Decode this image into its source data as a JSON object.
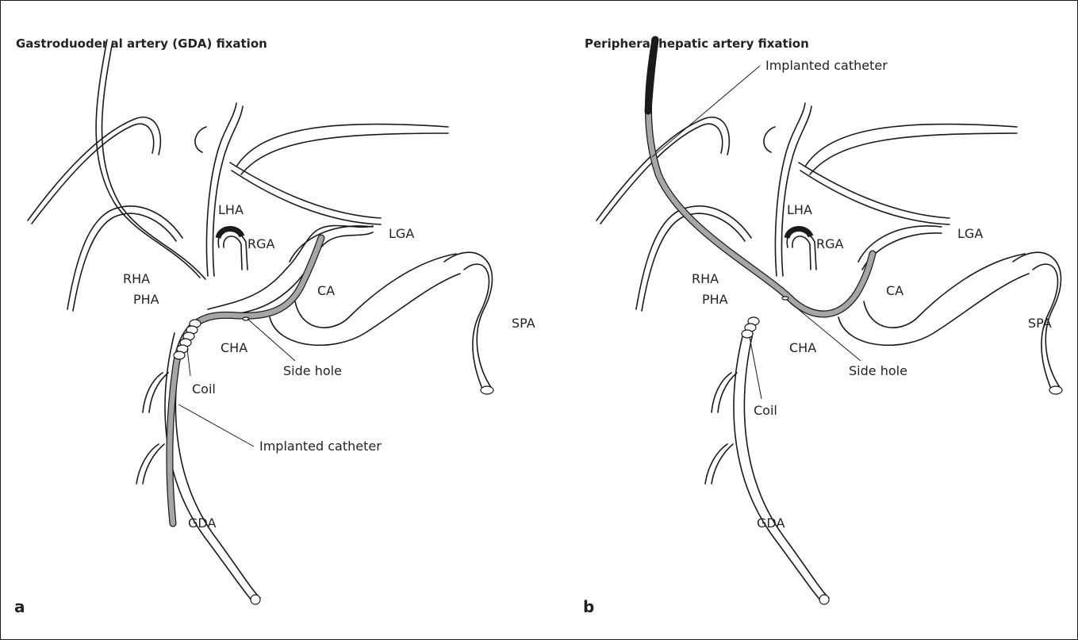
{
  "panel_a": {
    "title": "Gastroduodenal artery (GDA) fixation",
    "letter": "a",
    "labels": {
      "lha": "LHA",
      "rga": "RGA",
      "lga": "LGA",
      "rha": "RHA",
      "pha": "PHA",
      "ca": "CA",
      "cha": "CHA",
      "spa": "SPA",
      "coil": "Coil",
      "side_hole": "Side hole",
      "implanted_catheter": "Implanted catheter",
      "gda": "GDA"
    }
  },
  "panel_b": {
    "title": "Peripheral hepatic artery fixation",
    "letter": "b",
    "labels": {
      "implanted_catheter": "Implanted catheter",
      "lha": "LHA",
      "rga": "RGA",
      "lga": "LGA",
      "rha": "RHA",
      "pha": "PHA",
      "ca": "CA",
      "cha": "CHA",
      "spa": "SPA",
      "coil": "Coil",
      "side_hole": "Side hole",
      "gda": "GDA"
    }
  },
  "colors": {
    "catheter_fill": "#a6a6a6",
    "catheter_tip": "#1a1a1a",
    "vessel_outline": "#1a1a1a"
  }
}
